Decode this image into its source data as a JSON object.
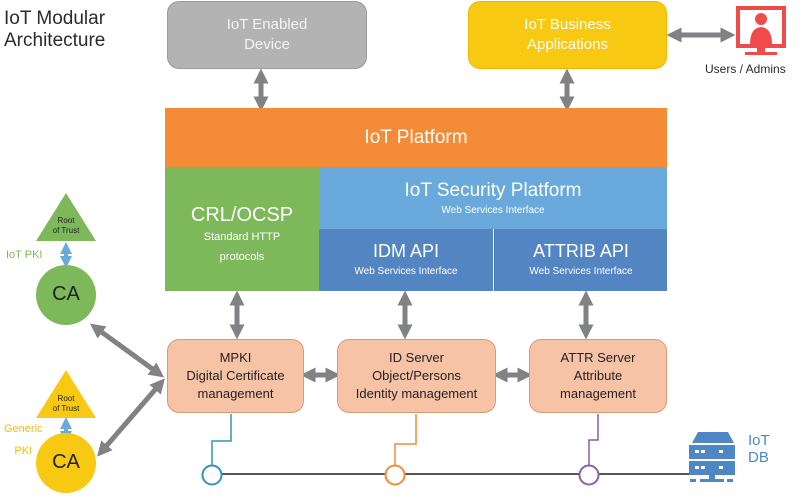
{
  "title": [
    "IoT Modular",
    "Architecture"
  ],
  "top": {
    "device": [
      "IoT Enabled",
      "Device"
    ],
    "business": [
      "IoT Business",
      "Applications"
    ],
    "users_label": "Users / Admins"
  },
  "platform": {
    "label": "IoT Platform",
    "crl": {
      "title": "CRL/OCSP",
      "sub": [
        "Standard HTTP",
        "protocols"
      ]
    },
    "security": {
      "title": "IoT Security Platform",
      "sub": "Web Services Interface"
    },
    "idm_api": {
      "title": "IDM API",
      "sub": "Web Services Interface"
    },
    "attrib_api": {
      "title": "ATTRIB API",
      "sub": "Web Services Interface"
    }
  },
  "servers": {
    "mpki": [
      "MPKI",
      "Digital Certificate",
      "management"
    ],
    "id": [
      "ID Server",
      "Object/Persons",
      "Identity management"
    ],
    "attr": [
      "ATTR Server",
      "Attribute",
      "management"
    ]
  },
  "pki": {
    "iot": {
      "label": "IoT PKI",
      "root": [
        "Root",
        "of Trust"
      ],
      "ca": "CA"
    },
    "generic": {
      "label": [
        "Generic",
        "PKI"
      ],
      "root": [
        "Root",
        "of Trust"
      ],
      "ca": "CA"
    }
  },
  "db": {
    "label": [
      "IoT",
      "DB"
    ]
  },
  "colors": {
    "device": "#b3b3b3",
    "business": "#f8c912",
    "platform": "#f48b37",
    "crl": "#7db85a",
    "security": "#69a9db",
    "api": "#5485c3",
    "server": "#f7c3a6",
    "iot_pki": "#7db85a",
    "generic_pki": "#f8c912",
    "users": "#ef4b4b",
    "db": "#4f86c6",
    "arrow": "#808285"
  }
}
